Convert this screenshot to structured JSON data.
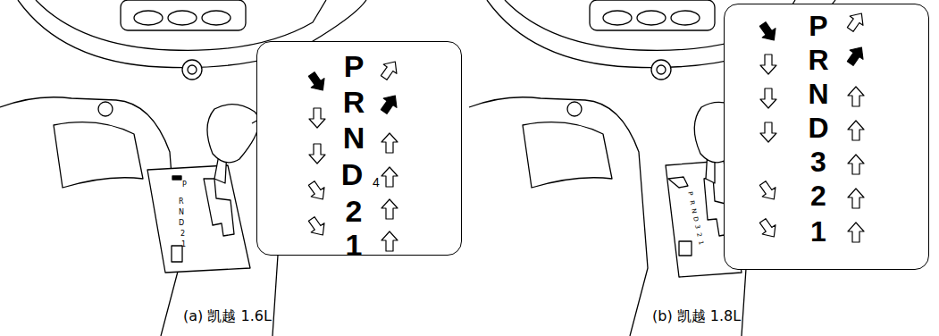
{
  "diagram": {
    "nodes": [
      {
        "text": [
          "P",
          "R",
          "N",
          "D",
          "4",
          "2",
          "1"
        ]
      },
      {
        "text": [
          "P",
          "R",
          "N",
          "D",
          "3",
          "2",
          "1"
        ]
      }
    ],
    "labels": [
      "P",
      "R",
      "N",
      "D",
      "2",
      "1",
      "P",
      "R",
      "N",
      "D",
      "3",
      "2",
      "1",
      "(a) 凯越 1.6L",
      "(b) 凯越 1.8L"
    ]
  }
}
